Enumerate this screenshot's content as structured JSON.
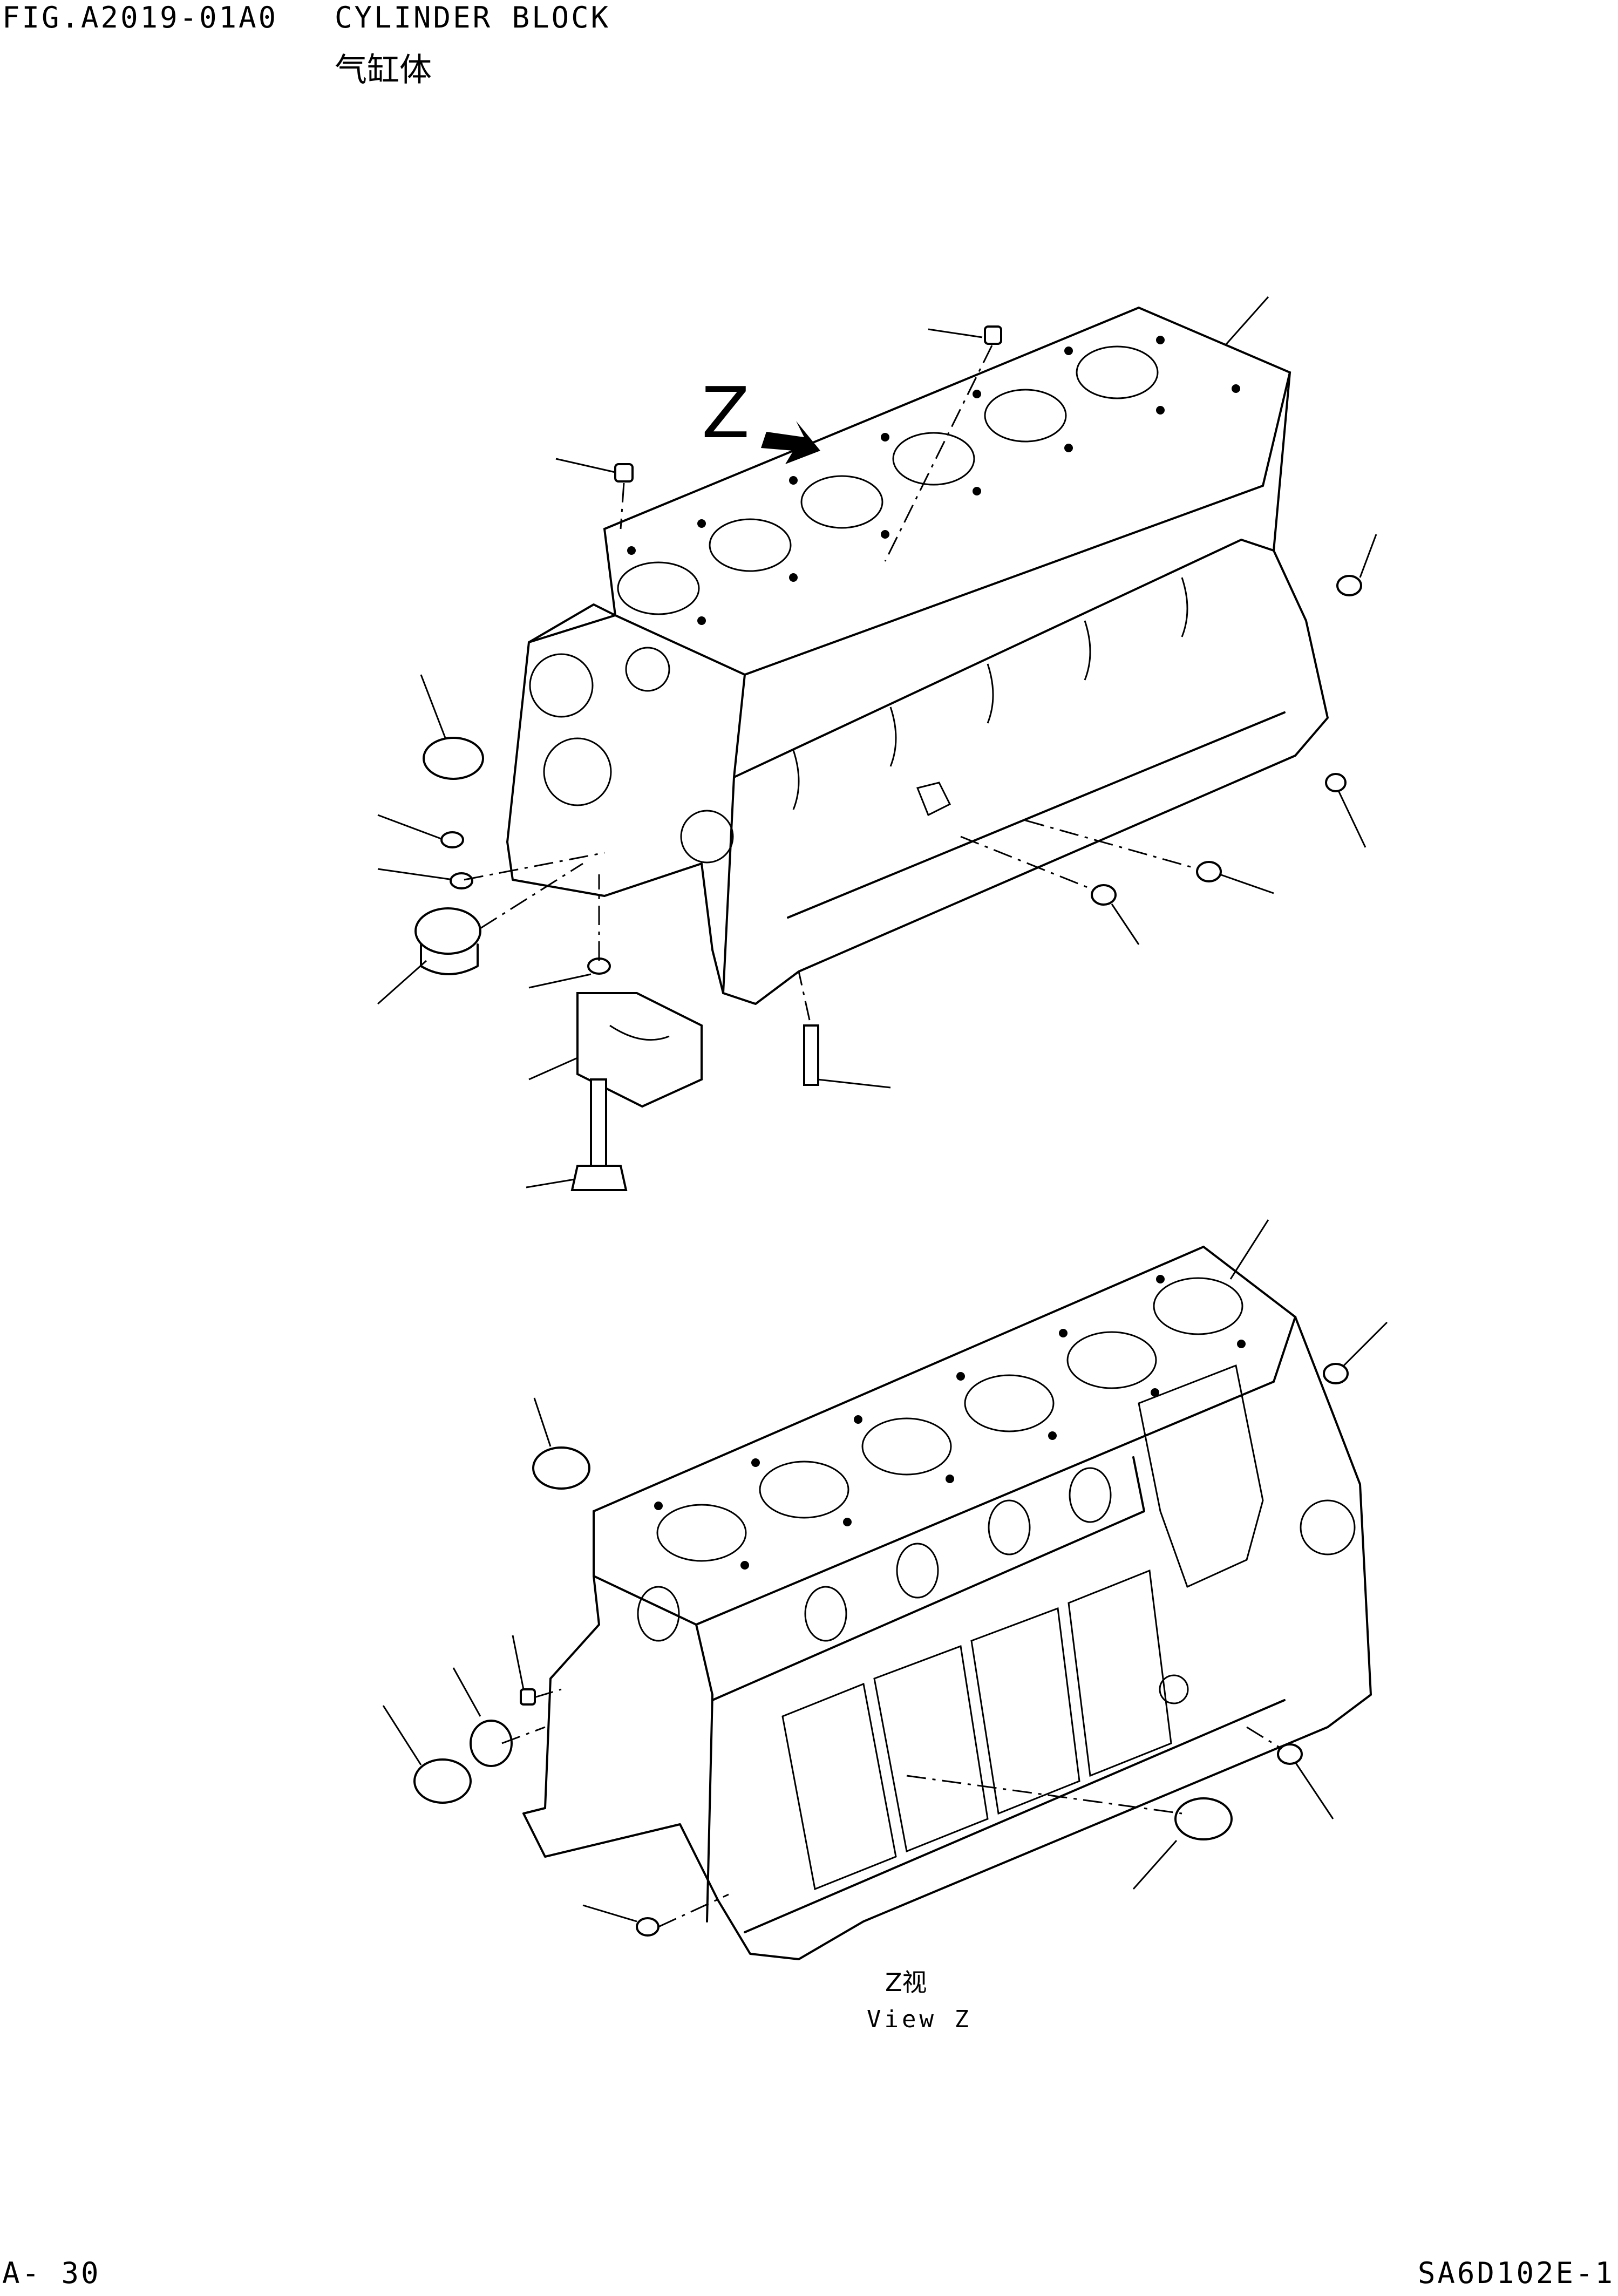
{
  "header": {
    "fig_code": "FIG.A2019-01A0",
    "title_en": "CYLINDER BLOCK",
    "title_cn": "气缸体",
    "z_marker": "Z"
  },
  "view": {
    "label_cn": "Z视",
    "label_en": "View Z"
  },
  "footer": {
    "page_number": "A- 30",
    "reference_code": "SA6D102E-1"
  }
}
